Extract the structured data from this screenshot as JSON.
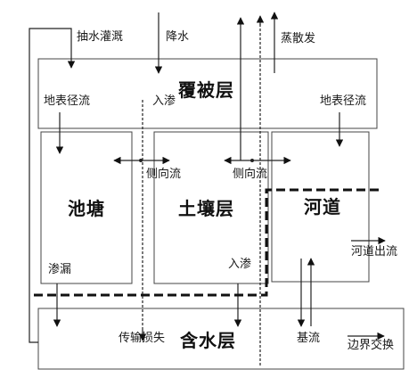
{
  "diagram": {
    "boxes": {
      "canopy": "覆被层",
      "pond": "池塘",
      "soil": "土壤层",
      "river": "河道",
      "aquifer": "含水层"
    },
    "flows": {
      "irrigation_pumping": "抽水灌溉",
      "precipitation": "降水",
      "evaporation": "蒸散发",
      "surface_runoff_left": "地表径流",
      "surface_runoff_right": "地表径流",
      "infiltration_top": "入渗",
      "lateral_flow_left": "侧向流",
      "lateral_flow_right": "侧向流",
      "seepage": "渗漏",
      "infiltration_bottom": "入渗",
      "river_outflow": "河道出流",
      "transmission_loss": "传输损失",
      "baseflow": "基流",
      "boundary_exchange": "边界交换"
    }
  }
}
